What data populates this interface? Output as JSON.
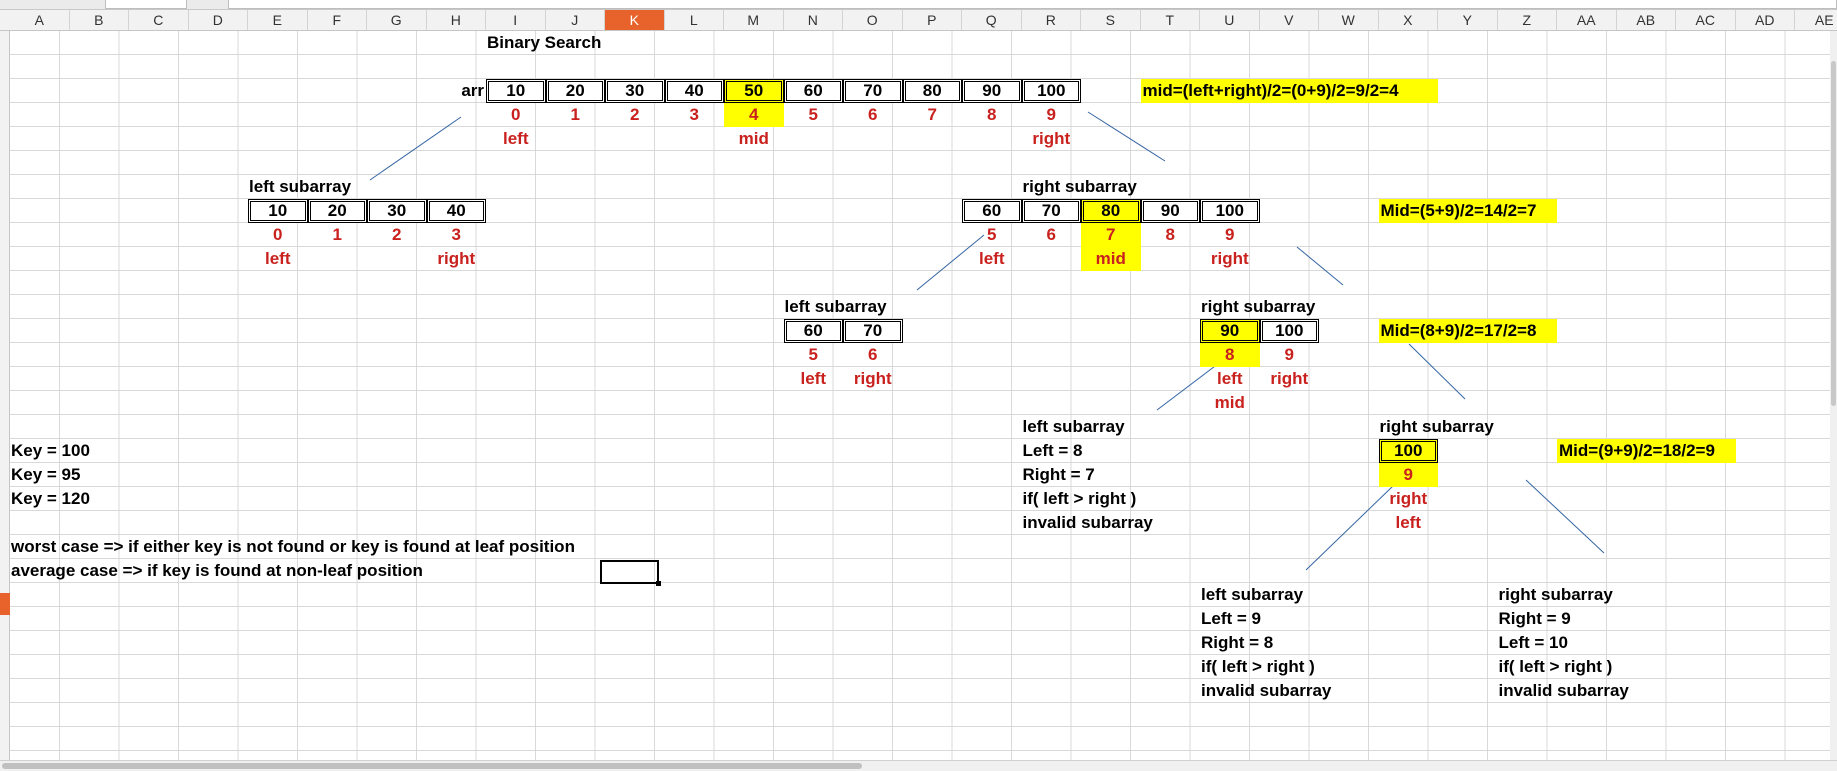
{
  "columns": [
    "A",
    "B",
    "C",
    "D",
    "E",
    "F",
    "G",
    "H",
    "I",
    "J",
    "K",
    "L",
    "M",
    "N",
    "O",
    "P",
    "Q",
    "R",
    "S",
    "T",
    "U",
    "V",
    "W",
    "X",
    "Y",
    "Z",
    "AA",
    "AB",
    "AC",
    "AD",
    "AE"
  ],
  "active_column": "K",
  "title": "Binary Search",
  "arr_label": "arr",
  "main_array": [
    "10",
    "20",
    "30",
    "40",
    "50",
    "60",
    "70",
    "80",
    "90",
    "100"
  ],
  "main_indices": [
    "0",
    "1",
    "2",
    "3",
    "4",
    "5",
    "6",
    "7",
    "8",
    "9"
  ],
  "labels": {
    "left": "left",
    "mid": "mid",
    "right": "right",
    "left_subarray": "left subarray",
    "right_subarray": "right subarray"
  },
  "formulas": {
    "f1": "mid=(left+right)/2=(0+9)/2=9/2=4",
    "f2": "Mid=(5+9)/2=14/2=7",
    "f3": "Mid=(8+9)/2=17/2=8",
    "f4": "Mid=(9+9)/2=18/2=9"
  },
  "left_sub1": {
    "values": [
      "10",
      "20",
      "30",
      "40"
    ],
    "indices": [
      "0",
      "1",
      "2",
      "3"
    ]
  },
  "right_sub1": {
    "values": [
      "60",
      "70",
      "80",
      "90",
      "100"
    ],
    "indices": [
      "5",
      "6",
      "7",
      "8",
      "9"
    ]
  },
  "left_sub2": {
    "values": [
      "60",
      "70"
    ],
    "indices": [
      "5",
      "6"
    ]
  },
  "right_sub2": {
    "values": [
      "90",
      "100"
    ],
    "indices": [
      "8",
      "9"
    ]
  },
  "right_sub3": {
    "values": [
      "100"
    ],
    "indices": [
      "9"
    ]
  },
  "invalid1": {
    "l1": "Left = 8",
    "l2": "Right = 7",
    "l3": "if( left > right )",
    "l4": "invalid subarray"
  },
  "invalid2": {
    "l1": "Left = 9",
    "l2": "Right = 8",
    "l3": "if( left > right )",
    "l4": "invalid subarray"
  },
  "invalid3": {
    "l1": "Right = 9",
    "l2": "Left = 10",
    "l3": "if( left > right )",
    "l4": "invalid subarray"
  },
  "keys": [
    "Key = 100",
    "Key = 95",
    "Key = 120"
  ],
  "notes": {
    "worst": "worst case => if either key is not found or key is found at leaf position",
    "average": "average case => if key is found at non-leaf position"
  }
}
